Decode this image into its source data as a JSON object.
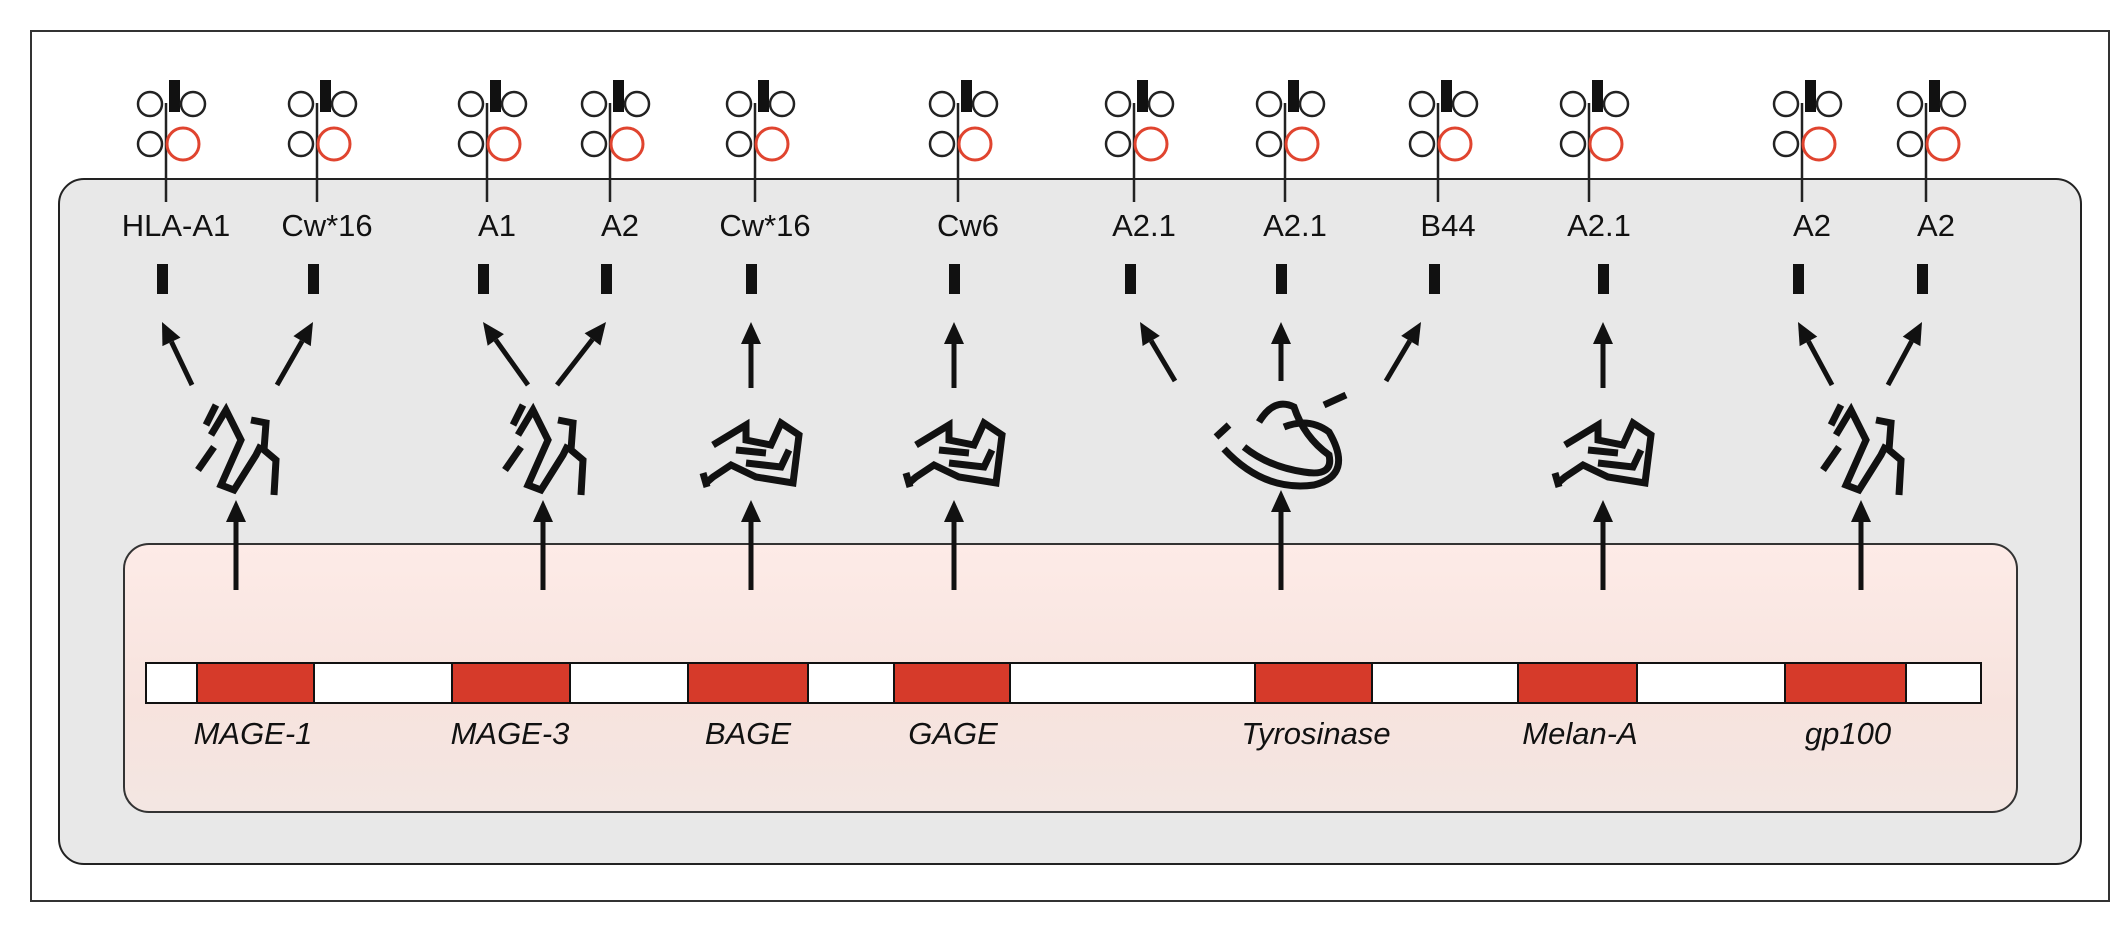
{
  "genes": [
    {
      "name": "MAGE-1",
      "hla": [
        "HLA-A1",
        "Cw*16"
      ],
      "protein_shape": "coil"
    },
    {
      "name": "MAGE-3",
      "hla": [
        "A1",
        "A2"
      ],
      "protein_shape": "coil"
    },
    {
      "name": "BAGE",
      "hla": [
        "Cw*16"
      ],
      "protein_shape": "boot"
    },
    {
      "name": "GAGE",
      "hla": [
        "Cw6"
      ],
      "protein_shape": "boot"
    },
    {
      "name": "Tyrosinase",
      "hla": [
        "A2.1",
        "A2.1",
        "B44"
      ],
      "protein_shape": "hook"
    },
    {
      "name": "Melan-A",
      "hla": [
        "A2.1"
      ],
      "protein_shape": "boot"
    },
    {
      "name": "gp100",
      "hla": [
        "A2",
        "A2"
      ],
      "protein_shape": "coil"
    }
  ],
  "colors": {
    "exon": "#d63a2a",
    "mhc_ring": "#e0442f",
    "cell": "#e8e8e8",
    "nucleus": "#f7e3de"
  }
}
